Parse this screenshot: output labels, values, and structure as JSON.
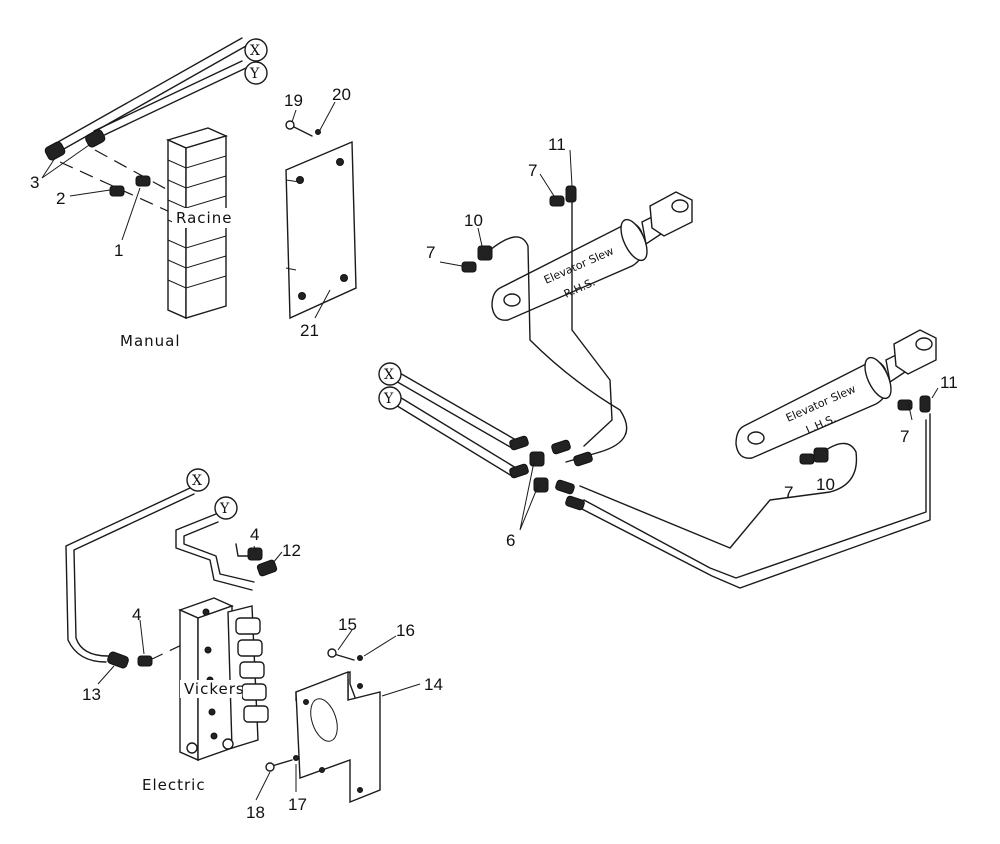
{
  "callouts": {
    "n1": "1",
    "n2": "2",
    "n3": "3",
    "n4a": "4",
    "n4b": "4",
    "n6": "6",
    "n7a": "7",
    "n7b": "7",
    "n7c": "7",
    "n7d": "7",
    "n10a": "10",
    "n10b": "10",
    "n11a": "11",
    "n11b": "11",
    "n12": "12",
    "n13": "13",
    "n14": "14",
    "n15": "15",
    "n16": "16",
    "n17": "17",
    "n18": "18",
    "n19": "19",
    "n20": "20",
    "n21": "21"
  },
  "connectors": {
    "x1": "X",
    "y1": "Y",
    "x2": "X",
    "y2": "Y",
    "x3": "X",
    "y3": "Y"
  },
  "labels": {
    "manual": "Manual",
    "electric": "Electric",
    "racine": "Racine",
    "vickers": "Vickers",
    "rhs_line1": "Elevator Slew",
    "rhs_line2": "R.H.S.",
    "lhs_line1": "Elevator Slew",
    "lhs_line2": "L.H.S."
  }
}
